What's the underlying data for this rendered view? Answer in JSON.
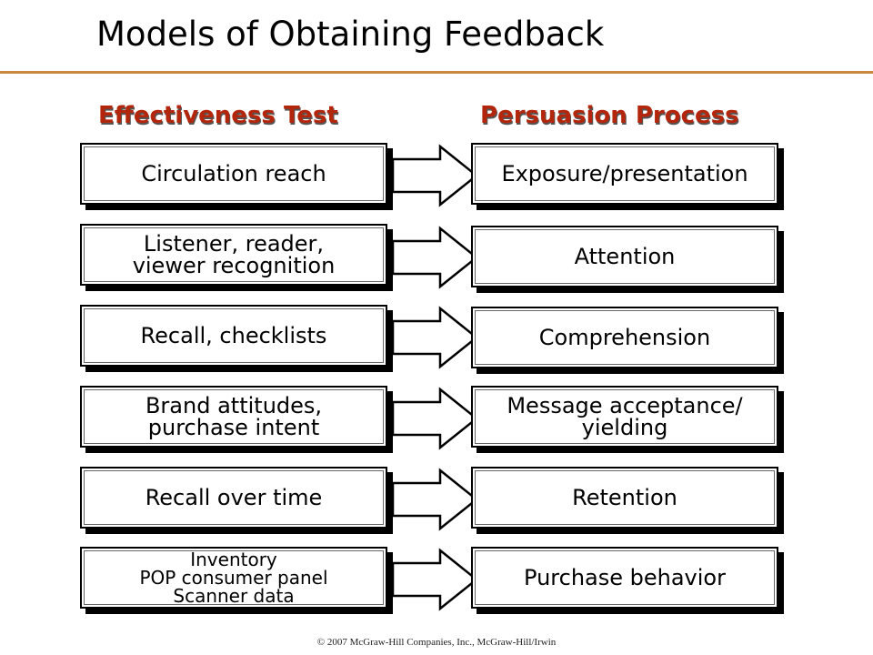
{
  "title": "Models of Obtaining Feedback",
  "columns": {
    "left_heading": "Effectiveness Test",
    "right_heading": "Persuasion Process"
  },
  "rows": [
    {
      "left": [
        "Circulation reach"
      ],
      "right": [
        "Exposure/presentation"
      ]
    },
    {
      "left": [
        "Listener, reader,",
        "viewer recognition"
      ],
      "right": [
        "Attention"
      ]
    },
    {
      "left": [
        "Recall, checklists"
      ],
      "right": [
        "Comprehension"
      ]
    },
    {
      "left": [
        "Brand attitudes,",
        "purchase intent"
      ],
      "right": [
        "Message acceptance/",
        "yielding"
      ]
    },
    {
      "left": [
        "Recall over time"
      ],
      "right": [
        "Retention"
      ]
    },
    {
      "left": [
        "Inventory",
        "POP consumer panel",
        "Scanner data"
      ],
      "right": [
        "Purchase behavior"
      ]
    }
  ],
  "footer": "© 2007 McGraw-Hill Companies, Inc., McGraw-Hill/Irwin",
  "colors": {
    "heading": "#b3260c",
    "rule": "#c8873a",
    "box_border": "#000000"
  },
  "icons": {
    "connector": "right-arrow-icon"
  }
}
